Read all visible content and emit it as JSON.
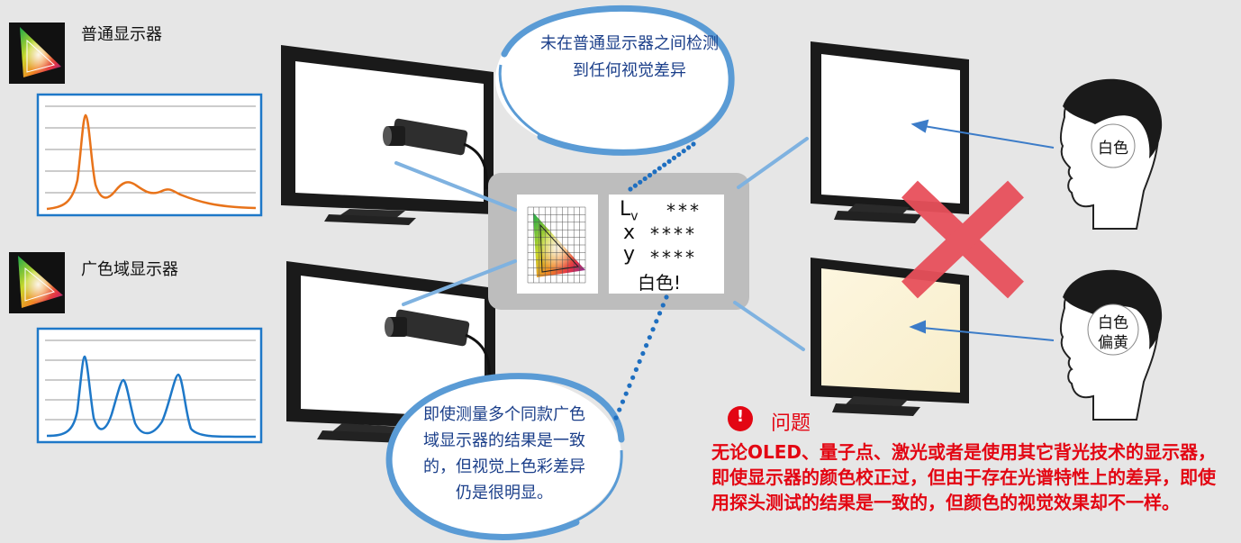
{
  "displays": {
    "normal_label": "普通显示器",
    "wide_label": "广色域显示器"
  },
  "bubbles": {
    "top_text": "未在普通显示器之间检测到任何视觉差异",
    "bottom_text": "即使测量多个同款广色域显示器的结果是一致的，但视觉上色彩差异仍是很明显。"
  },
  "measurement": {
    "lv_label": "L",
    "lv_sub": "v",
    "lv_value": "***",
    "x_label": "x",
    "x_value": "****",
    "y_label": "y",
    "y_value": "****",
    "result": "白色!"
  },
  "viewers": {
    "top_perception": "白色",
    "bottom_perception_1": "白色",
    "bottom_perception_2": "偏黄"
  },
  "problem": {
    "icon_symbol": "!",
    "title": "问题",
    "body": "无论OLED、量子点、激光或者是使用其它背光技术的显示器，即使显示器的颜色校正过，但由于存在光谱特性上的差异，即使用探头测试的结果是一致的，但颜色的视觉效果却不一样。"
  },
  "colors": {
    "normal_spectrum": "#e8731a",
    "wide_spectrum": "#1e78c8",
    "bubble_stroke": "#5a9bd5",
    "cross": "#e8505b",
    "problem_red": "#e30613",
    "dots": "#1f6fc0"
  }
}
